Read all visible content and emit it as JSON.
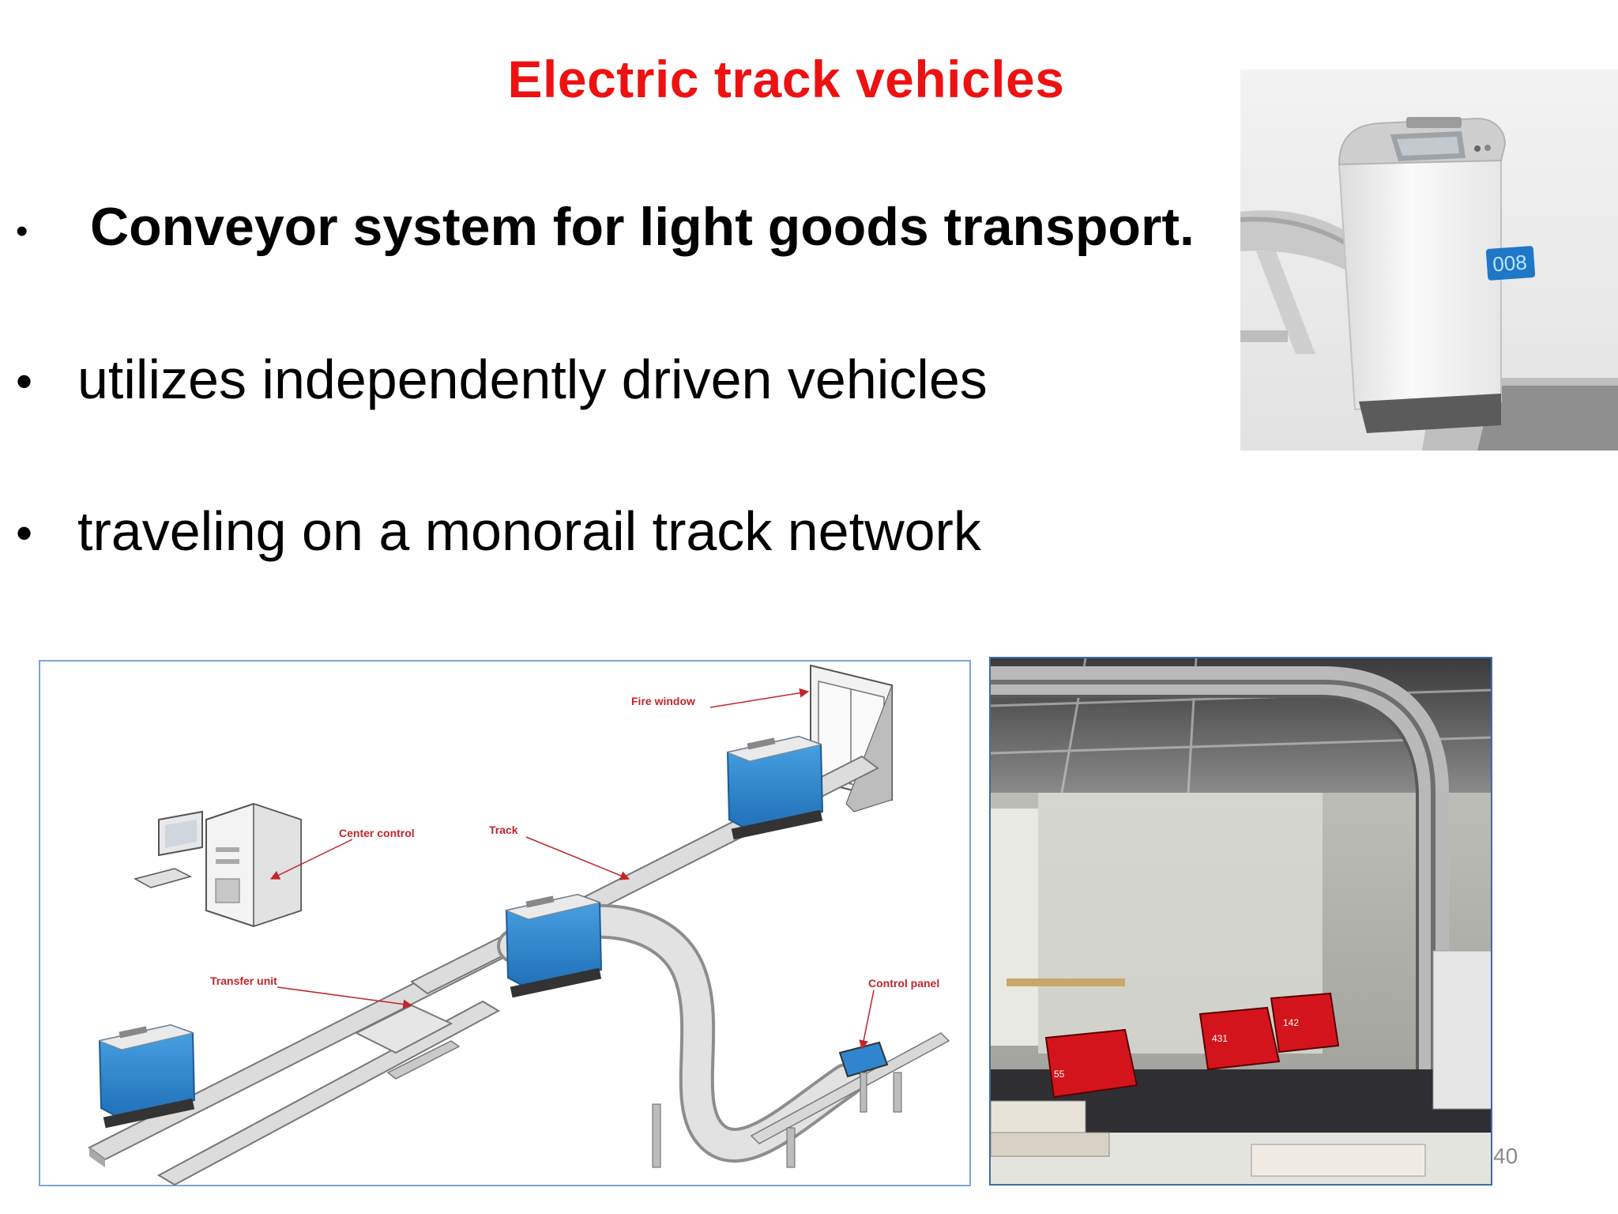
{
  "slide": {
    "title": "Electric track vehicles",
    "bullets": [
      {
        "marker": "•",
        "text": "Conveyor system for light goods transport."
      },
      {
        "marker": "•",
        "text": "utilizes independently driven vehicles"
      },
      {
        "marker": "•",
        "text": "traveling on a monorail track network"
      }
    ],
    "page_number": "40"
  },
  "photo_top": {
    "display_text": "008"
  },
  "diagram": {
    "labels": {
      "fire_window": "Fire window",
      "center_control": "Center control",
      "track": "Track",
      "transfer_unit": "Transfer unit",
      "control_panel": "Control panel"
    }
  },
  "photo_bottom": {
    "car_numbers": [
      "55",
      "431",
      "142"
    ]
  },
  "colors": {
    "title": "#ee1111",
    "vehicle_blue": "#2f86cf",
    "vehicle_red": "#d4141c",
    "label_red": "#c0262c"
  }
}
